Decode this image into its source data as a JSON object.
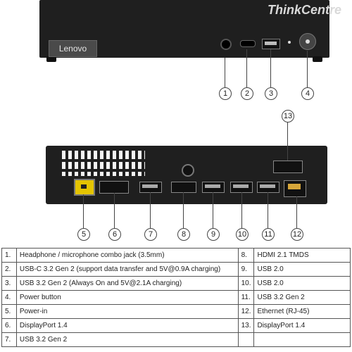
{
  "front": {
    "label": "Lenovo",
    "brand_think": "Think",
    "brand_centre": "Centre"
  },
  "callouts": [
    "1",
    "2",
    "3",
    "4",
    "5",
    "6",
    "7",
    "8",
    "9",
    "10",
    "11",
    "12",
    "13"
  ],
  "legend": {
    "left": [
      {
        "num": "1.",
        "text": "Headphone / microphone combo jack (3.5mm)"
      },
      {
        "num": "2.",
        "text": "USB-C 3.2 Gen 2 (support data transfer and 5V@0.9A charging)"
      },
      {
        "num": "3.",
        "text": "USB 3.2 Gen 2 (Always On and 5V@2.1A charging)"
      },
      {
        "num": "4.",
        "text": "Power button"
      },
      {
        "num": "5.",
        "text": "Power-in"
      },
      {
        "num": "6.",
        "text": "DisplayPort 1.4"
      },
      {
        "num": "7.",
        "text": "USB 3.2 Gen 2"
      }
    ],
    "right": [
      {
        "num": "8.",
        "text": "HDMI 2.1 TMDS"
      },
      {
        "num": "9.",
        "text": "USB 2.0"
      },
      {
        "num": "10.",
        "text": "USB 2.0"
      },
      {
        "num": "11.",
        "text": "USB 3.2 Gen 2"
      },
      {
        "num": "12.",
        "text": "Ethernet (RJ-45)"
      },
      {
        "num": "13.",
        "text": "DisplayPort 1.4"
      },
      {
        "num": "",
        "text": ""
      }
    ]
  }
}
